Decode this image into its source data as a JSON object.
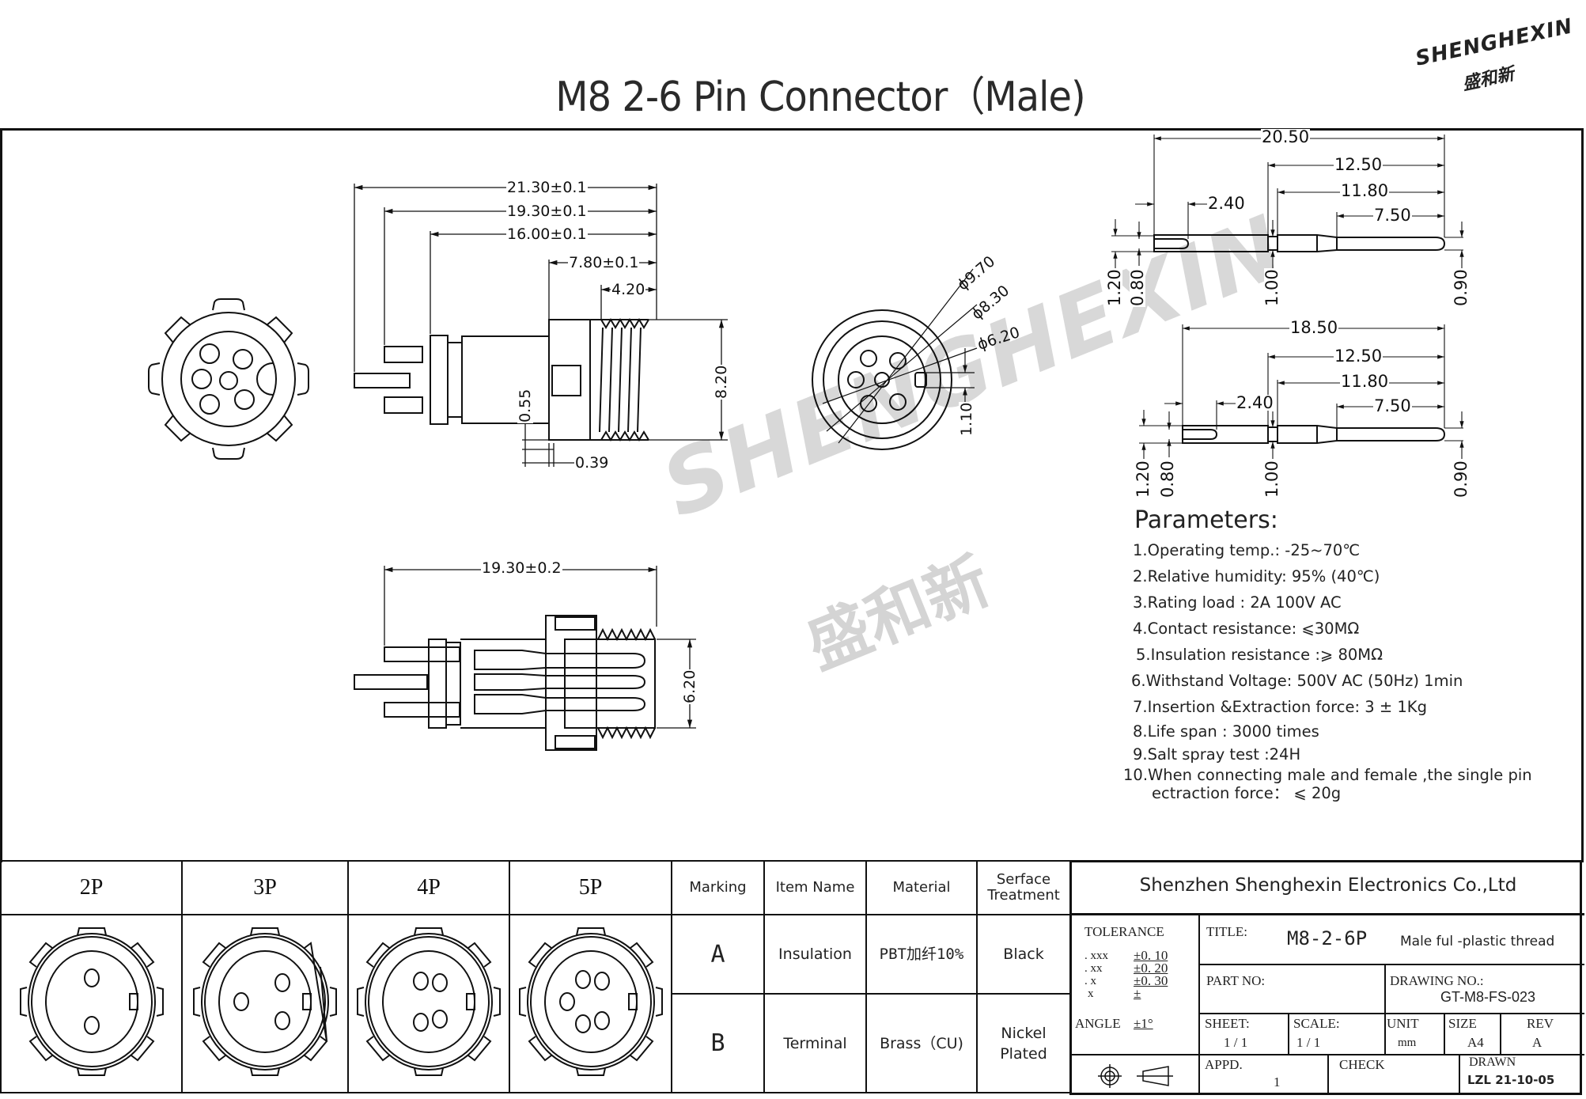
{
  "header": {
    "title": "M8 2-6 Pin Connector（Male)",
    "logo_text": "SHENGHEXIN",
    "logo_cn": "盛和新"
  },
  "watermark": {
    "text": "SHENGHEXIN",
    "cn": "盛和新"
  },
  "side_view_dims": {
    "d1": "21.30±0.1",
    "d2": "19.30±0.1",
    "d3": "16.00±0.1",
    "d4": "7.80±0.1",
    "d5": "4.20",
    "d6": "8.20",
    "d7": "0.55",
    "d8": "0.39"
  },
  "front_view_dims": {
    "d1": "ϕ9.70",
    "d2": "ϕ8.30",
    "d3": "ϕ6.20",
    "d4": "1.10"
  },
  "section_view_dims": {
    "d1": "19.30±0.2",
    "d2": "6.20"
  },
  "pin_long": {
    "overall": "20.50",
    "d2": "12.50",
    "d3": "11.80",
    "d4": "7.50",
    "d5": "2.40",
    "h1": "1.20",
    "h2": "0.80",
    "h3": "1.00",
    "h4": "0.90"
  },
  "pin_short": {
    "overall": "18.50",
    "d2": "12.50",
    "d3": "11.80",
    "d4": "7.50",
    "d5": "2.40",
    "h1": "1.20",
    "h2": "0.80",
    "h3": "1.00",
    "h4": "0.90"
  },
  "parameters": {
    "heading": "Parameters:",
    "items": [
      "1.Operating temp.: -25~70℃",
      "2.Relative humidity: 95% (40℃)",
      "3.Rating load : 2A 100V AC",
      "4.Contact resistance: ⩽30MΩ",
      "5.Insulation resistance :⩾ 80MΩ",
      "6.Withstand Voltage: 500V AC (50Hz) 1min",
      "7.Insertion &Extraction force: 3 ± 1Kg",
      "8.Life span : 3000 times",
      "9.Salt spray test :24H",
      "10.When connecting male and female ,the single pin",
      "ectraction force：  ⩽ 20g"
    ]
  },
  "variants": {
    "headers": [
      "2P",
      "3P",
      "4P",
      "5P"
    ]
  },
  "bom": {
    "headers": [
      "Marking",
      "Item Name",
      "Material",
      "Serface",
      "Treatment"
    ],
    "rows": [
      {
        "marking": "A",
        "item": "Insulation",
        "material": "PBT加纤10%",
        "treatment": "Black"
      },
      {
        "marking": "B",
        "item": "Terminal",
        "material": "Brass（CU)",
        "treatment_line1": "Nickel",
        "treatment_line2": "Plated"
      }
    ]
  },
  "title_block": {
    "company": "Shenzhen Shenghexin Electronics Co.,Ltd",
    "tolerance_label": "TOLERANCE",
    "tol": [
      {
        "k": ". xxx",
        "v": "±0. 10"
      },
      {
        "k": ". xx",
        "v": "±0. 20"
      },
      {
        "k": ". x",
        "v": "±0. 30"
      },
      {
        "k": "x",
        "v": "±"
      }
    ],
    "angle_label": "ANGLE",
    "angle_value": "±1°",
    "title_label": "TITLE:",
    "title_value": "M8-2-6P",
    "title_desc": "Male   ful -plastic thread",
    "part_no_label": "PART NO:",
    "drawing_no_label": "DRAWING NO.:",
    "drawing_no_value": "GT-M8-FS-023",
    "sheet_label": "SHEET:",
    "sheet_value": "1 / 1",
    "scale_label": "SCALE:",
    "scale_value": "1 / 1",
    "unit_label": "UNIT",
    "unit_value": "mm",
    "size_label": "SIZE",
    "size_value": "A4",
    "rev_label": "REV",
    "rev_value": "A",
    "appd_label": "APPD.",
    "appd_value": "1",
    "check_label": "CHECK",
    "drawn_label": "DRAWN",
    "drawn_value": "LZL  21-10-05"
  }
}
